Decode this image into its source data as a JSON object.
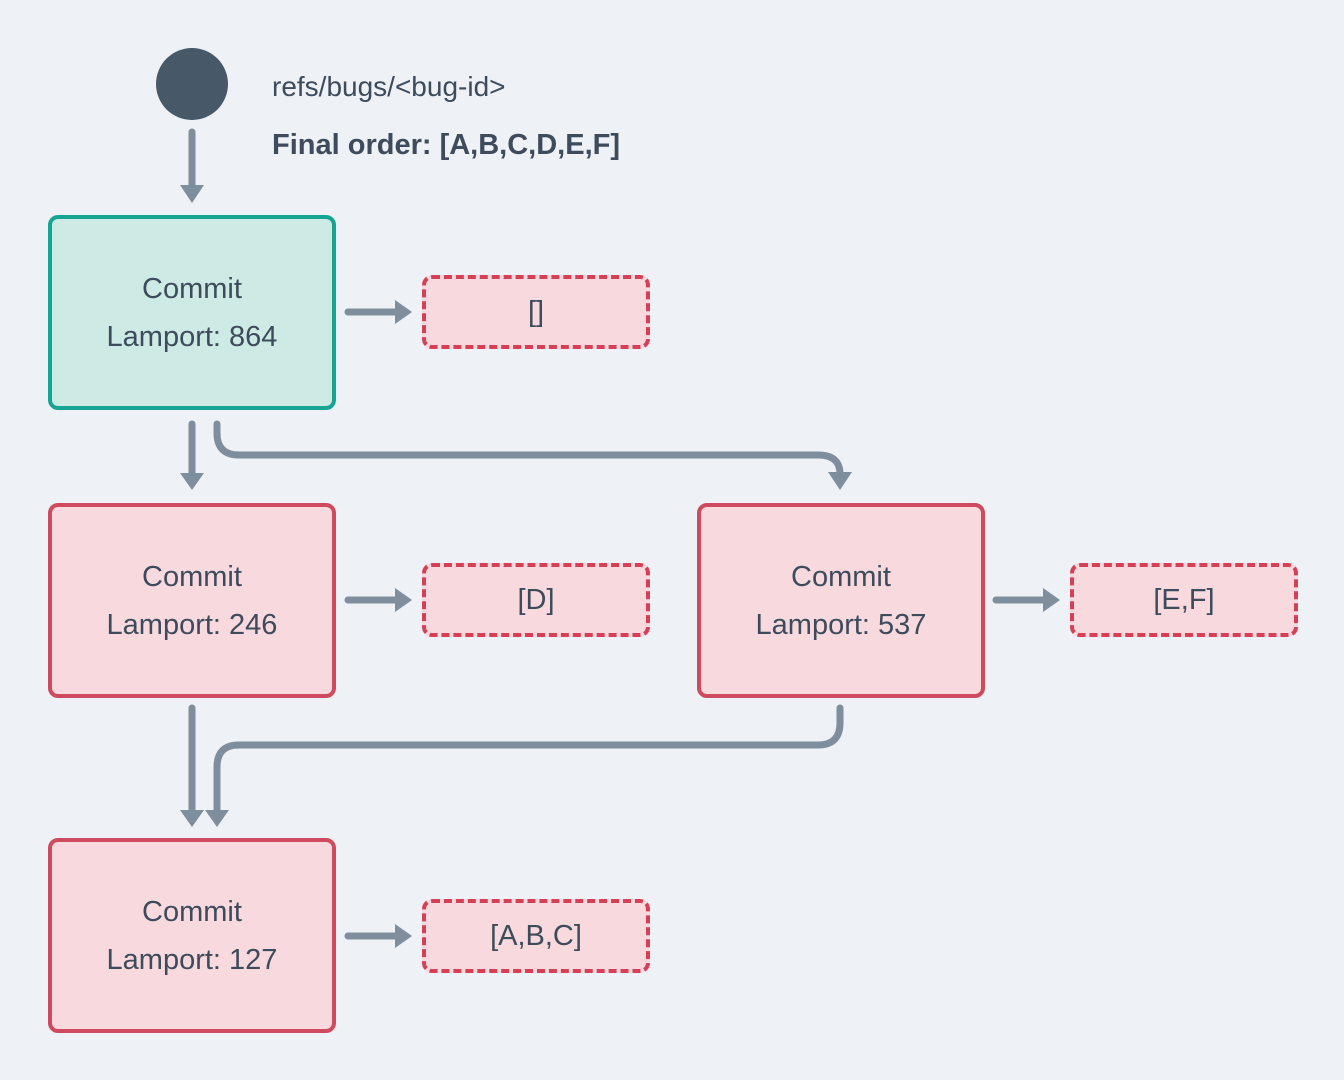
{
  "header": {
    "ref_label": "refs/bugs/<bug-id>",
    "final_order_label": "Final order: [A,B,C,D,E,F]"
  },
  "nodes": [
    {
      "title": "Commit",
      "lamport_label": "Lamport: 864",
      "lamport": 864,
      "role": "head",
      "dag_list": "[]"
    },
    {
      "title": "Commit",
      "lamport_label": "Lamport: 246",
      "lamport": 246,
      "role": "commit",
      "dag_list": "[D]"
    },
    {
      "title": "Commit",
      "lamport_label": "Lamport: 537",
      "lamport": 537,
      "role": "commit",
      "dag_list": "[E,F]"
    },
    {
      "title": "Commit",
      "lamport_label": "Lamport: 127",
      "lamport": 127,
      "role": "commit",
      "dag_list": "[A,B,C]"
    }
  ],
  "edges": [
    "ref -> commit-864",
    "commit-864 -> commit-246",
    "commit-864 -> commit-537",
    "commit-246 -> commit-127",
    "commit-537 -> commit-127",
    "commit-864 -> list-[]",
    "commit-246 -> list-[D]",
    "commit-537 -> list-[E,F]",
    "commit-127 -> list-[A,B,C]"
  ],
  "colors": {
    "background": "#eef1f5",
    "ref_dot": "#475869",
    "text": "#3d4b5c",
    "arrow": "#7f8e9c",
    "head_node_border": "#17a593",
    "head_node_fill": "#cdeae5",
    "commit_node_border": "#cf4a5f",
    "commit_node_fill": "#f7d9de",
    "dag_list_border": "#d63f56"
  }
}
